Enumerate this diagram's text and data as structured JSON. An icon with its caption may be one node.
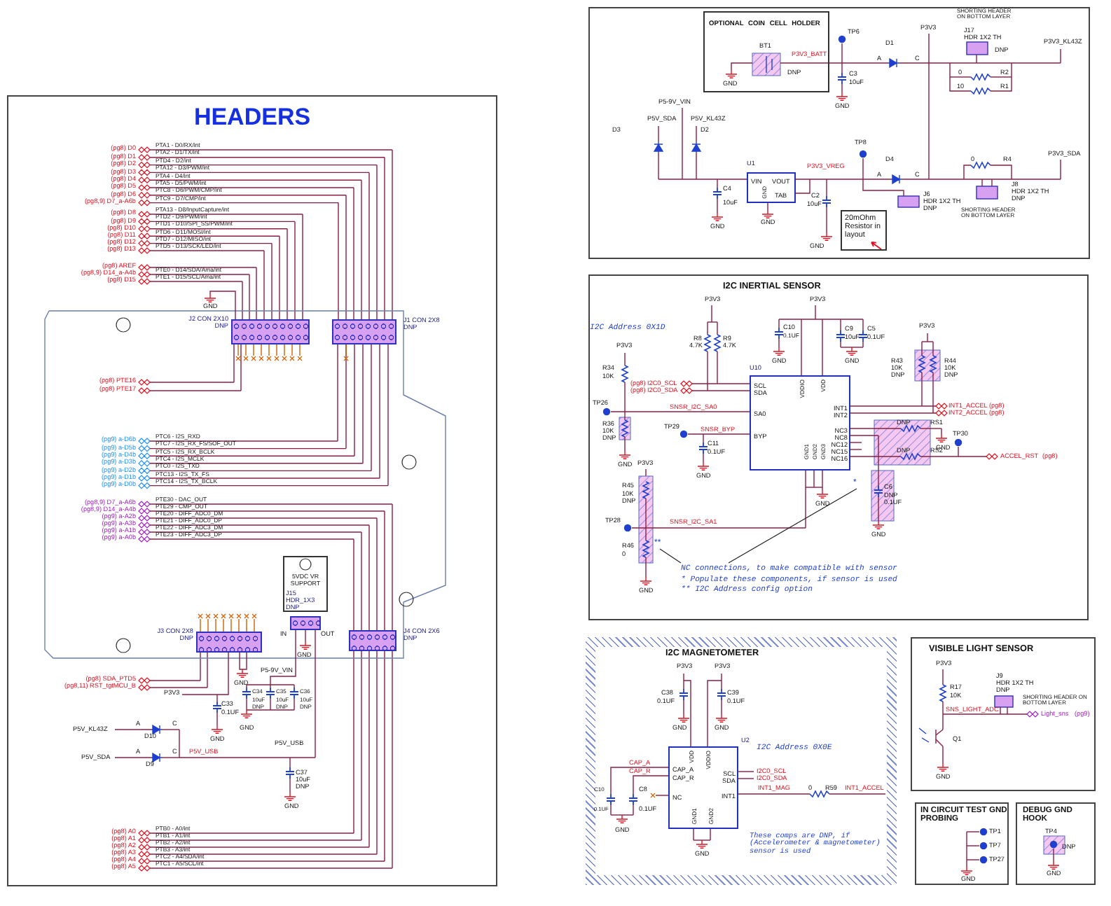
{
  "diagram": {
    "nodes": [
      {
        "text": [
          "HEADERS"
        ]
      },
      {
        "text": [],
        "shape": "box",
        "beside": [
          "J2 CON 2X10 DNP"
        ],
        "in": 0
      },
      {
        "text": [],
        "shape": "box",
        "beside": [
          "J1 CON 2X8 DNP"
        ],
        "in": 0
      },
      {
        "text": [],
        "shape": "box",
        "beside": [
          "J3 CON 2X8 DNP"
        ],
        "in": 0
      },
      {
        "text": [
          "5VDC VR SUPPORT"
        ],
        "in": 0
      },
      {
        "text": [],
        "shape": "box",
        "in": 0
      },
      {
        "text": [],
        "shape": "box",
        "beside": [
          "J4 CON 2X6 DNP"
        ],
        "in": 0
      },
      {
        "text": [],
        "shape": "box"
      },
      {
        "text": [
          "OPTIONAL COIN CELL HOLDER"
        ],
        "in": 7
      },
      {
        "text": [
          "VIN",
          "VOUT",
          "TAB",
          "GND"
        ],
        "beside": [
          "U1"
        ],
        "in": 7
      },
      {
        "text": [
          "20mOhm Resistor in layout"
        ],
        "in": 7
      },
      {
        "text": [
          "I2C INERTIAL SENSOR"
        ]
      },
      {
        "text": [
          "SCL",
          "SDA",
          "SA0",
          "BYP",
          "VDDIO",
          "VDD",
          "INT1",
          "INT2",
          "NC3",
          "NC8",
          "NC12",
          "NC15",
          "NC16",
          "GND1",
          "GND2",
          "GND3"
        ],
        "beside": [
          "U10"
        ],
        "in": 11
      },
      {
        "text": [
          "NC connections, to make compatible with sensor",
          "* Populate these components, if sensor is used",
          "** I2C Address config option"
        ],
        "in": 11
      },
      {
        "text": [
          "I2C MAGNETOMETER"
        ]
      },
      {
        "text": [
          "VDD",
          "VDDIO",
          "CAP_A",
          "CAP_R",
          "NC",
          "SCL",
          "SDA",
          "INT1",
          "GND1",
          "GND2"
        ],
        "beside": [
          "U2"
        ],
        "in": 14
      },
      {
        "text": [
          "VISIBLE LIGHT SENSOR"
        ]
      },
      {
        "text": [
          "IN CIRCUIT TEST GND PROBING"
        ]
      },
      {
        "text": [
          "DEBUG GND HOOK"
        ]
      },
      {
        "text": [
          "*"
        ],
        "in": 11
      },
      {
        "text": [
          "**"
        ],
        "in": 11
      }
    ],
    "edges": [
      {
        "from": 13,
        "to": 19,
        "arrow": "none"
      },
      {
        "from": 13,
        "to": 20,
        "arrow": "none"
      }
    ],
    "labels": [
      "(pg8) D0",
      "PTA1 - D0/RX/int",
      "(pg8) D1",
      "PTA2 - D1/TX/int",
      "(pg8) D2",
      "PTD4 - D2/int",
      "(pg8) D3",
      "PTA12 - D3/PWM/int",
      "(pg8) D4",
      "PTA4 - D4/int",
      "(pg8) D5",
      "PTA5 - D5/PWM/int",
      "(pg8) D6",
      "PTC8 - D6/PWM/CMP/int",
      "(pg8,9) D7_a-A6b",
      "PTC9 - D7/CMP/int",
      "(pg8) D8",
      "PTA13 - D8/InputCapture/int",
      "(pg8) D9",
      "PTD2 - D9/PWM/int",
      "(pg8) D10",
      "PTD1 - D10/SPI_SS/PWM/int",
      "(pg8) D11",
      "PTD6 - D11/MOSI/int",
      "(pg8) D12",
      "PTD7 - D12/MISO/int",
      "(pg8) D13",
      "PTD5 - D13/SCK/LED/int",
      "(pg8) AREF",
      "(pg8,9) D14_a-A4b",
      "PTE0 - D14/SDA/Ama/int",
      "(pg8) D15",
      "PTE1 - D15/SCL/Ama/int",
      "(pg8) PTE16",
      "(pg8) PTE17",
      "(pg9) a-D6b",
      "PTC6 - I2S_RXD",
      "(pg9) a-D5b",
      "PTC7 - I2S_RX_FS/SOF_OUT",
      "(pg9) a-D4b",
      "PTC5 - I2S_RX_BCLK",
      "(pg9) a-D3b",
      "PTC4 - I2S_MCLK",
      "(pg9) a-D2b",
      "PTC0 - I2S_TXD",
      "(pg9) a-D1b",
      "PTC13 - I2S_TX_FS",
      "(pg9) a-D0b",
      "PTC14 - I2S_TX_BCLK",
      "(pg8,9) D7_a-A6b",
      "PTE30 - DAC_OUT",
      "(pg8,9) D14_a-A4b",
      "PTE29 - CMP_OUT",
      "(pg9) a-A2b",
      "PTE20 - DIFF_ADC0_DM",
      "(pg9) a-A3b",
      "PTE21 - DIFF_ADC0_DP",
      "(pg9) a-A1b",
      "PTE22 - DIFF_ADC3_DM",
      "(pg9) a-A0b",
      "PTE23 - DIFF_ADC3_DP",
      "(pg8) A0",
      "PTB0 - A0/int",
      "(pg8) A1",
      "PTB1 - A1/int",
      "(pg8) A2",
      "PTB2 - A2/int",
      "(pg8) A3",
      "PTB3 - A3/int",
      "(pg8) A4",
      "PTC2 - A4/SDA/int",
      "(pg8) A5",
      "PTC1 - A5/SCL/int",
      "(pg8) SDA_PTD5",
      "(pg8,11) RST_tgtMCU_B",
      "GND",
      "J15 HDR_1X3 DNP",
      "IN",
      "OUT",
      "GND",
      "P3V3",
      "C33",
      "0.1UF",
      "GND",
      "GND",
      "P5-9V_VIN",
      "C34",
      "10uF",
      "DNP",
      "C35",
      "10uF",
      "DNP",
      "C36",
      "10uF",
      "DNP",
      "P5V_KL43Z",
      "A",
      "D10",
      "C",
      "GND",
      "P5V_SDA",
      "A",
      "D9",
      "C",
      "P5V_USB",
      "P5V_USB",
      "C37",
      "10uF",
      "DNP",
      "GND",
      "TP6",
      "BT1",
      "DNP",
      "GND",
      "P3V3_BATT",
      "C3",
      "10uF",
      "GND",
      "D1",
      "A",
      "C",
      "P3V3",
      "SHORTING HEADER ON BOTTOM LAYER",
      "J17",
      "HDR 1X2 TH",
      "DNP",
      "0",
      "R2",
      "10",
      "R1",
      "P3V3_KL43Z",
      "P5-9V_VIN",
      "P5V_SDA",
      "D3",
      "P5V_KL43Z",
      "D2",
      "C4",
      "10uF",
      "GND",
      "GND",
      "P3V3_VREG",
      "TP8",
      "D4",
      "A",
      "C",
      "J6",
      "HDR 1X2 TH",
      "DNP",
      "C2",
      "10uF",
      "GND",
      "P3V3_SDA",
      "0",
      "R4",
      "J8",
      "HDR 1X2 TH",
      "DNP",
      "SHORTING HEADER ON BOTTOM LAYER",
      "I2C Address 0X1D",
      "P3V3",
      "R34",
      "10K",
      "(pg8) I2C0_SCL",
      "(pg8) I2C0_SDA",
      "TP26",
      "SNSR_I2C_SA0",
      "R36",
      "10K",
      "DNP",
      "GND",
      "P3V3",
      "R8",
      "4.7K",
      "R9",
      "4.7K",
      "TP29",
      "SNSR_BYP",
      "C11",
      "0.1UF",
      "GND",
      "P3V3",
      "C10",
      "0.1UF",
      "GND",
      "C9",
      "10uF",
      "C5",
      "0.1UF",
      "GND",
      "P3V3",
      "R43",
      "10K",
      "DNP",
      "R44",
      "10K",
      "DNP",
      "INT1_ACCEL",
      "(pg8)",
      "INT2_ACCEL",
      "(pg8)",
      "DNP",
      "RS1",
      "GND",
      "TP30",
      "DNP",
      "RS2",
      "ACCEL_RST",
      "(pg8)",
      "C6",
      "DNP",
      "0.1UF",
      "GND",
      "GND",
      "P3V3",
      "R45",
      "10K",
      "DNP",
      "TP28",
      "SNSR_I2C_SA1",
      "R46",
      "0",
      "GND",
      "P3V3",
      "C38",
      "0.1UF",
      "GND",
      "P3V3",
      "C39",
      "0.1UF",
      "GND",
      "I2C Address 0X0E",
      "CAP_A",
      "CAP_R",
      "C10",
      "0.1UF",
      "C8",
      "0.1UF",
      "GND",
      "I2C0_SCL",
      "I2C0_SDA",
      "INT1_MAG",
      "0",
      "R59",
      "INT1_ACCEL",
      "GND",
      "These comps are DNP, if (Accelerometer & magnetometer) sensor is used",
      "P3V3",
      "R17",
      "10K",
      "J9",
      "HDR 1X2 TH",
      "DNP",
      "SHORTING HEADER ON BOTTOM LAYER",
      "SNS_LIGHT_ADC",
      "Light_sns",
      "(pg9)",
      "Q1",
      "GND",
      "TP1",
      "TP7",
      "TP27",
      "GND",
      "TP4",
      "DNP",
      "GND"
    ]
  }
}
